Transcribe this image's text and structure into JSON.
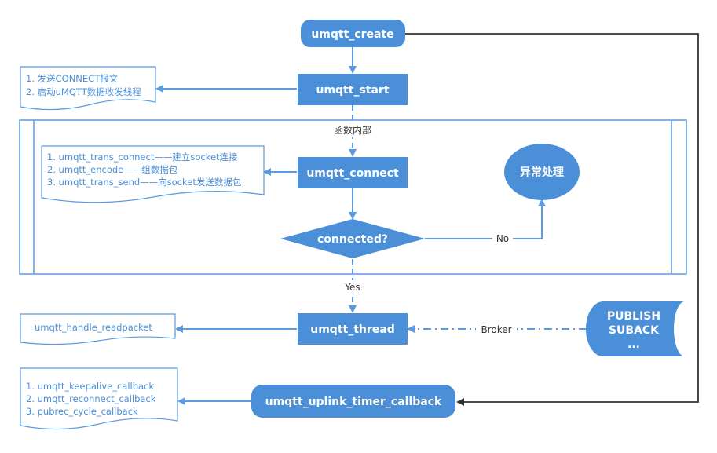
{
  "colors": {
    "node_fill": "#4a8fd8",
    "node_text": "#ffffff",
    "line_blue": "#5a9ae0",
    "line_dark": "#333333",
    "note_text": "#4a8fd8",
    "background": "#ffffff"
  },
  "nodes": {
    "create": "umqtt_create",
    "start": "umqtt_start",
    "connect": "umqtt_connect",
    "exception": "异常处理",
    "decision": "connected?",
    "thread": "umqtt_thread",
    "timer": "umqtt_uplink_timer_callback",
    "broker_lines": [
      "PUBLISH",
      "SUBACK",
      "..."
    ]
  },
  "notes": {
    "start_note": [
      "1. 发送CONNECT报文",
      "2. 启动uMQTT数据收发线程"
    ],
    "connect_note": [
      "1. umqtt_trans_connect——建立socket连接",
      "2. umqtt_encode——组数据包",
      "3. umqtt_trans_send——向socket发送数据包"
    ],
    "thread_note": [
      "umqtt_handle_readpacket"
    ],
    "timer_note": [
      "1. umqtt_keepalive_callback",
      "2. umqtt_reconnect_callback",
      "3. pubrec_cycle_callback"
    ]
  },
  "labels": {
    "internal": "函数内部",
    "no": "No",
    "yes": "Yes",
    "broker": "Broker"
  }
}
